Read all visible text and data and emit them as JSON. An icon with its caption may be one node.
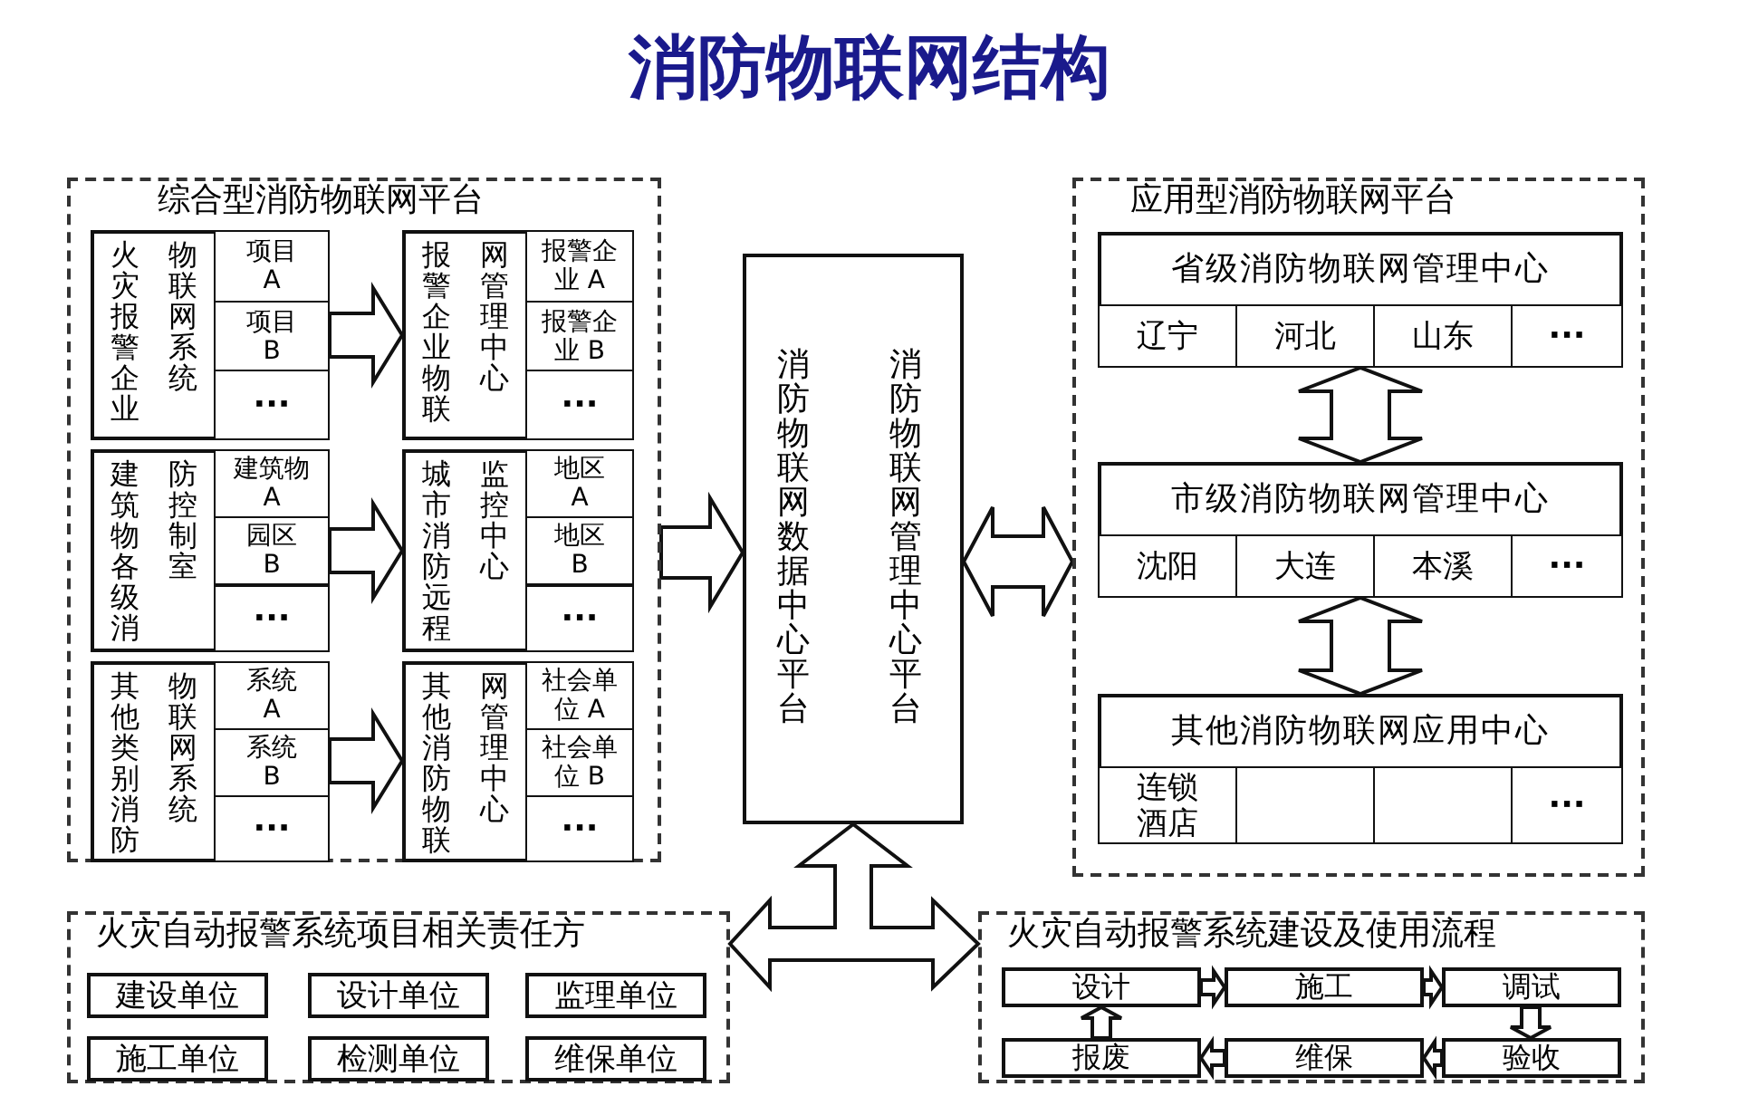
{
  "diagram": {
    "title": "消防物联网结构",
    "nodes": [
      {
        "text": [
          "综合型消防物联网平台"
        ]
      },
      {
        "text": [
          "火灾报警企业物联网系统"
        ],
        "in": 0
      },
      {
        "text": [
          "项目 A"
        ],
        "in": 1
      },
      {
        "text": [
          "项目 B"
        ],
        "in": 1
      },
      {
        "text": [
          "···"
        ],
        "in": 1
      },
      {
        "text": [
          "报警企业物联网管理中心"
        ],
        "in": 0
      },
      {
        "text": [
          "报警企业 A"
        ],
        "in": 5
      },
      {
        "text": [
          "报警企业 B"
        ],
        "in": 5
      },
      {
        "text": [
          "···"
        ],
        "in": 5
      },
      {
        "text": [
          "建筑物各级消防控制室"
        ],
        "in": 0
      },
      {
        "text": [
          "建筑物 A"
        ],
        "in": 9
      },
      {
        "text": [
          "园区 B"
        ],
        "in": 9
      },
      {
        "text": [
          "···"
        ],
        "in": 9
      },
      {
        "text": [
          "城市消防远程监控中心"
        ],
        "in": 0
      },
      {
        "text": [
          "地区 A"
        ],
        "in": 13
      },
      {
        "text": [
          "地区 B"
        ],
        "in": 13
      },
      {
        "text": [
          "···"
        ],
        "in": 13
      },
      {
        "text": [
          "其他类别消防物联网系统"
        ],
        "in": 0
      },
      {
        "text": [
          "系统 A"
        ],
        "in": 17
      },
      {
        "text": [
          "系统 B"
        ],
        "in": 17
      },
      {
        "text": [
          "···"
        ],
        "in": 17
      },
      {
        "text": [
          "其他消防物联网管理中心"
        ],
        "in": 0
      },
      {
        "text": [
          "社会单位 A"
        ],
        "in": 21
      },
      {
        "text": [
          "社会单位 B"
        ],
        "in": 21
      },
      {
        "text": [
          "···"
        ],
        "in": 21
      },
      {
        "text": [
          "消防物联网数据中心平台",
          "消防物联网管理中心平台"
        ]
      },
      {
        "text": [
          "应用型消防物联网平台"
        ]
      },
      {
        "text": [
          "省级消防物联网管理中心"
        ],
        "in": 26
      },
      {
        "text": [
          "辽宁"
        ],
        "in": 27
      },
      {
        "text": [
          "河北"
        ],
        "in": 27
      },
      {
        "text": [
          "山东"
        ],
        "in": 27
      },
      {
        "text": [
          "···"
        ],
        "in": 27
      },
      {
        "text": [
          "市级消防物联网管理中心"
        ],
        "in": 26
      },
      {
        "text": [
          "沈阳"
        ],
        "in": 32
      },
      {
        "text": [
          "大连"
        ],
        "in": 32
      },
      {
        "text": [
          "本溪"
        ],
        "in": 32
      },
      {
        "text": [
          "···"
        ],
        "in": 32
      },
      {
        "text": [
          "其他消防物联网应用中心"
        ],
        "in": 26
      },
      {
        "text": [
          "连锁酒店"
        ],
        "in": 37
      },
      {
        "text": [],
        "shape": "box",
        "in": 37
      },
      {
        "text": [],
        "shape": "box",
        "in": 37
      },
      {
        "text": [
          "···"
        ],
        "in": 37
      },
      {
        "text": [
          "火灾自动报警系统项目相关责任方"
        ]
      },
      {
        "text": [
          "建设单位"
        ],
        "in": 42
      },
      {
        "text": [
          "设计单位"
        ],
        "in": 42
      },
      {
        "text": [
          "监理单位"
        ],
        "in": 42
      },
      {
        "text": [
          "施工单位"
        ],
        "in": 42
      },
      {
        "text": [
          "检测单位"
        ],
        "in": 42
      },
      {
        "text": [
          "维保单位"
        ],
        "in": 42
      },
      {
        "text": [
          "火灾自动报警系统建设及使用流程"
        ]
      },
      {
        "text": [
          "设计"
        ],
        "in": 49
      },
      {
        "text": [
          "施工"
        ],
        "in": 49
      },
      {
        "text": [
          "调试"
        ],
        "in": 49
      },
      {
        "text": [
          "验收"
        ],
        "in": 49
      },
      {
        "text": [
          "维保"
        ],
        "in": 49
      },
      {
        "text": [
          "报废"
        ],
        "in": 49
      }
    ],
    "edges": [
      {
        "from": 1,
        "to": 5,
        "arrow": "to"
      },
      {
        "from": 9,
        "to": 13,
        "arrow": "to"
      },
      {
        "from": 17,
        "to": 21,
        "arrow": "to"
      },
      {
        "from": 0,
        "to": 25,
        "arrow": "to"
      },
      {
        "from": 25,
        "to": 26,
        "arrow": "both"
      },
      {
        "from": 27,
        "to": 32,
        "arrow": "both"
      },
      {
        "from": 32,
        "to": 37,
        "arrow": "both"
      },
      {
        "from": 42,
        "to": 25,
        "arrow": "both"
      },
      {
        "from": 49,
        "to": 25,
        "arrow": "both"
      },
      {
        "from": 50,
        "to": 51,
        "arrow": "to"
      },
      {
        "from": 51,
        "to": 52,
        "arrow": "to"
      },
      {
        "from": 52,
        "to": 53,
        "arrow": "to"
      },
      {
        "from": 53,
        "to": 54,
        "arrow": "to"
      },
      {
        "from": 54,
        "to": 55,
        "arrow": "to"
      },
      {
        "from": 55,
        "to": 50,
        "arrow": "to"
      }
    ]
  }
}
